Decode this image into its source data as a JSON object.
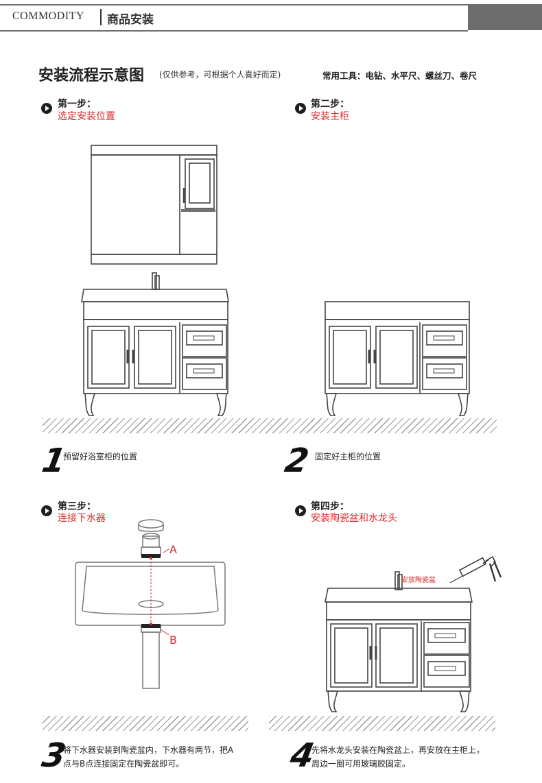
{
  "header": {
    "brand": "COMMODITY",
    "section": "商品安装"
  },
  "intro": {
    "title": "安装流程示意图",
    "subtitle": "(仅供参考，可根据个人喜好而定)",
    "tools": "常用工具：电钻、水平尺、螺丝刀、卷尺"
  },
  "steps": [
    {
      "title": "第一步：",
      "subtitle": "选定安装位置",
      "number": "1",
      "caption": "预留好浴室柜的位置"
    },
    {
      "title": "第二步：",
      "subtitle": "安装主柜",
      "number": "2",
      "caption": "固定好主柜的位置"
    },
    {
      "title": "第三步：",
      "subtitle": "连接下水器",
      "number": "3",
      "caption_line1": "将下水器安装到陶瓷盆内，下水器有两节，把A",
      "caption_line2": "点与B点连接固定在陶瓷盆即可。",
      "label_a": "A",
      "label_b": "B"
    },
    {
      "title": "第四步：",
      "subtitle": "安装陶瓷盆和水龙头",
      "number": "4",
      "caption_line1": "先将水龙头安装在陶瓷盆上，再安放在主柜上，",
      "caption_line2": "周边一圈可用玻璃胶固定。",
      "note": "安放陶瓷盆"
    }
  ],
  "colors": {
    "accent_red": "#d92b2b",
    "line": "#555555",
    "header_block": "#6d6d6d"
  },
  "icons": [
    "step-bullet-icon",
    "mirror-cabinet",
    "vanity-cabinet",
    "drain-assembly",
    "caulking-gun-icon"
  ]
}
